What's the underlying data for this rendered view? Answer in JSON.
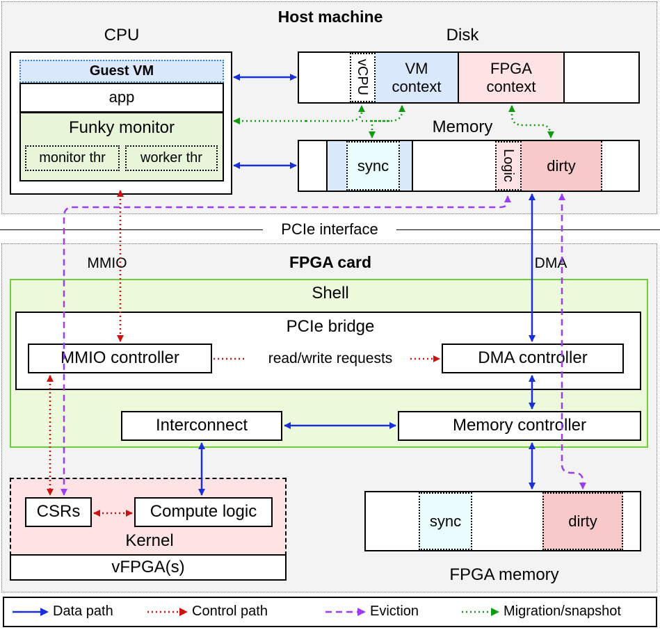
{
  "host": {
    "title": "Host machine",
    "cpu_label": "CPU",
    "guest_vm": "Guest VM",
    "app": "app",
    "monitor": "Funky monitor",
    "monitor_thread": "monitor thr",
    "worker_thread": "worker thr",
    "disk_label": "Disk",
    "vcpu": "vCPU",
    "vm_context": "VM context",
    "fpga_context": "FPGA context",
    "memory_label": "Memory",
    "sync": "sync",
    "logic": "Logic",
    "dirty": "dirty"
  },
  "pcie_interface": "PCIe interface",
  "fpga": {
    "title": "FPGA card",
    "mmio_label": "MMIO",
    "dma_label": "DMA",
    "shell": "Shell",
    "pcie_bridge": "PCIe bridge",
    "mmio_controller": "MMIO controller",
    "read_write": "read/write requests",
    "dma_controller": "DMA controller",
    "interconnect": "Interconnect",
    "memory_controller": "Memory controller",
    "csrs": "CSRs",
    "compute_logic": "Compute logic",
    "kernel": "Kernel",
    "vfpga": "vFPGA(s)",
    "memory_sync": "sync",
    "memory_dirty": "dirty",
    "memory_label": "FPGA memory"
  },
  "legend": {
    "data_path": "Data path",
    "control_path": "Control path",
    "eviction": "Eviction",
    "migration": "Migration/snapshot"
  },
  "colors": {
    "data": "#1a2fd6",
    "control": "#cc1111",
    "eviction": "#9b3df0",
    "migration": "#119911",
    "shell_bg": "#ecfadb",
    "shell_border": "#6fcf3a",
    "blue_fill": "#d9e8fb",
    "pink_fill": "#fde3e3",
    "dirty_fill": "#f8c9c9",
    "sync_fill": "#eafcfd",
    "monitor_fill": "#e7f6d8"
  },
  "icons": {
    "arrow": "arrowhead"
  }
}
